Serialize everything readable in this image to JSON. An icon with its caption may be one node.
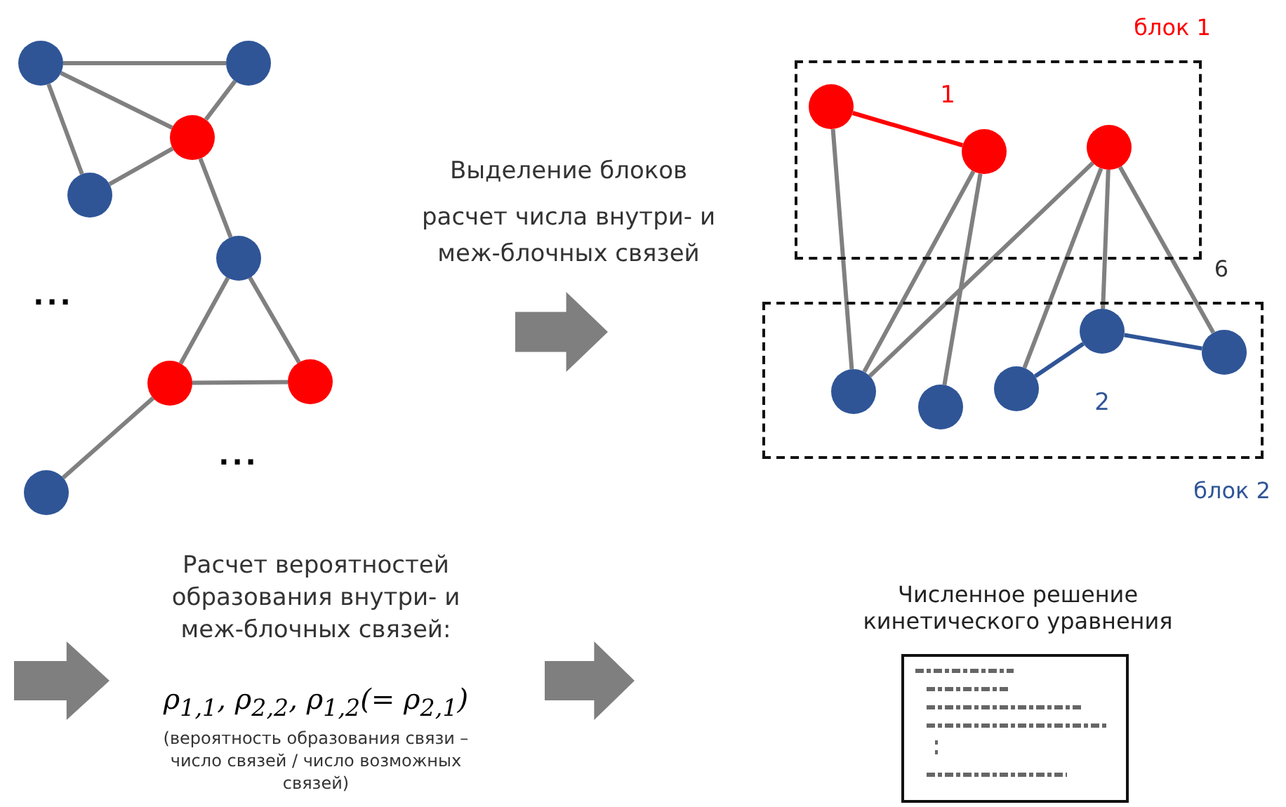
{
  "diagram": {
    "nodes": [
      {
        "text": [],
        "shape": "circle"
      },
      {
        "text": [],
        "shape": "circle"
      },
      {
        "text": [],
        "shape": "circle"
      },
      {
        "text": [],
        "shape": "circle"
      },
      {
        "text": [],
        "shape": "circle"
      },
      {
        "text": [],
        "shape": "circle"
      },
      {
        "text": [],
        "shape": "circle"
      },
      {
        "text": [],
        "shape": "circle"
      },
      {
        "text": [
          "блок 1",
          "1"
        ]
      },
      {
        "text": [],
        "shape": "circle",
        "in": 8
      },
      {
        "text": [],
        "shape": "circle",
        "in": 8
      },
      {
        "text": [],
        "shape": "circle",
        "in": 8
      },
      {
        "text": [
          "2",
          "блок 2"
        ]
      },
      {
        "text": [],
        "shape": "circle",
        "in": 12
      },
      {
        "text": [],
        "shape": "circle",
        "in": 12
      },
      {
        "text": [],
        "shape": "circle",
        "in": 12
      },
      {
        "text": [],
        "shape": "circle",
        "in": 12
      },
      {
        "text": [],
        "shape": "circle",
        "in": 12
      },
      {
        "text": [
          "Численное решение кинетического уравнения"
        ]
      }
    ],
    "edges": [
      {
        "from": 0,
        "to": 1,
        "arrow": "none"
      },
      {
        "from": 0,
        "to": 2,
        "arrow": "none"
      },
      {
        "from": 0,
        "to": 3,
        "arrow": "none"
      },
      {
        "from": 1,
        "to": 2,
        "arrow": "none"
      },
      {
        "from": 3,
        "to": 2,
        "arrow": "none"
      },
      {
        "from": 2,
        "to": 4,
        "arrow": "none"
      },
      {
        "from": 4,
        "to": 5,
        "arrow": "none"
      },
      {
        "from": 4,
        "to": 6,
        "arrow": "none"
      },
      {
        "from": 5,
        "to": 6,
        "arrow": "none"
      },
      {
        "from": 5,
        "to": 7,
        "arrow": "none"
      },
      {
        "from": 9,
        "to": 10,
        "arrow": "none",
        "color": "#ff0000"
      },
      {
        "from": 9,
        "to": 13,
        "arrow": "none"
      },
      {
        "from": 10,
        "to": 13,
        "arrow": "none"
      },
      {
        "from": 10,
        "to": 14,
        "arrow": "none"
      },
      {
        "from": 11,
        "to": 13,
        "arrow": "none"
      },
      {
        "from": 11,
        "to": 15,
        "arrow": "none"
      },
      {
        "from": 11,
        "to": 16,
        "arrow": "none"
      },
      {
        "from": 11,
        "to": 17,
        "arrow": "none"
      },
      {
        "from": 15,
        "to": 16,
        "arrow": "none",
        "color": "#2f5597"
      },
      {
        "from": 16,
        "to": 17,
        "arrow": "none",
        "color": "#2f5597"
      }
    ],
    "labels": [
      "Выделение блоков",
      "расчет числа внутри- и меж-блочных связей",
      "...",
      "6",
      "...",
      "Расчет вероятностей образования внутри- и меж-блочных связей:",
      "ρ$_{1,1}$, ρ$_{2,2}$, ρ$_{1,2}$(= ρ$_{2,1}$)",
      "(вероятность образования связи – число связей / число возможных связей)"
    ]
  }
}
